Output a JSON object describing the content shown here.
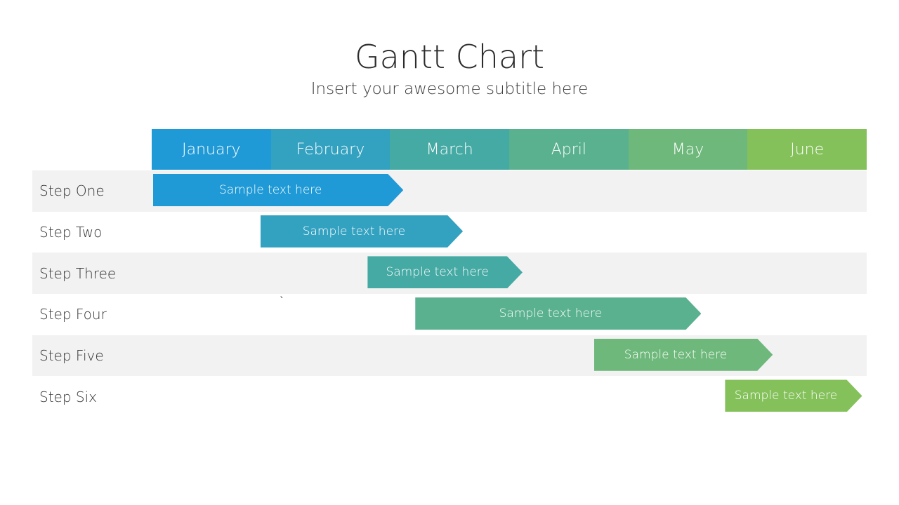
{
  "title": "Gantt Chart",
  "subtitle": "Insert your awesome subtitle here",
  "months": [
    {
      "label": "January",
      "color": "#1f9ad6"
    },
    {
      "label": "February",
      "color": "#33a1c0"
    },
    {
      "label": "March",
      "color": "#45a9a4"
    },
    {
      "label": "April",
      "color": "#5ab190"
    },
    {
      "label": "May",
      "color": "#6db87a"
    },
    {
      "label": "June",
      "color": "#84c15b"
    }
  ],
  "steps": [
    {
      "label": "Step One",
      "bar_text": "Sample text here",
      "start_month": 0.0,
      "end_month": 2.1,
      "color": "#1f9ad6"
    },
    {
      "label": "Step Two",
      "bar_text": "Sample text here",
      "start_month": 0.9,
      "end_month": 2.6,
      "color": "#33a1c0"
    },
    {
      "label": "Step Three",
      "bar_text": "Sample text here",
      "start_month": 1.8,
      "end_month": 3.1,
      "color": "#45a9a4"
    },
    {
      "label": "Step Four",
      "bar_text": "Sample text here",
      "start_month": 2.2,
      "end_month": 4.6,
      "color": "#5ab190"
    },
    {
      "label": "Step Five",
      "bar_text": "Sample text here",
      "start_month": 3.7,
      "end_month": 5.2,
      "color": "#6db87a"
    },
    {
      "label": "Step Six",
      "bar_text": "Sample text here",
      "start_month": 4.8,
      "end_month": 5.95,
      "color": "#84c15b"
    }
  ],
  "stray_mark": "`"
}
